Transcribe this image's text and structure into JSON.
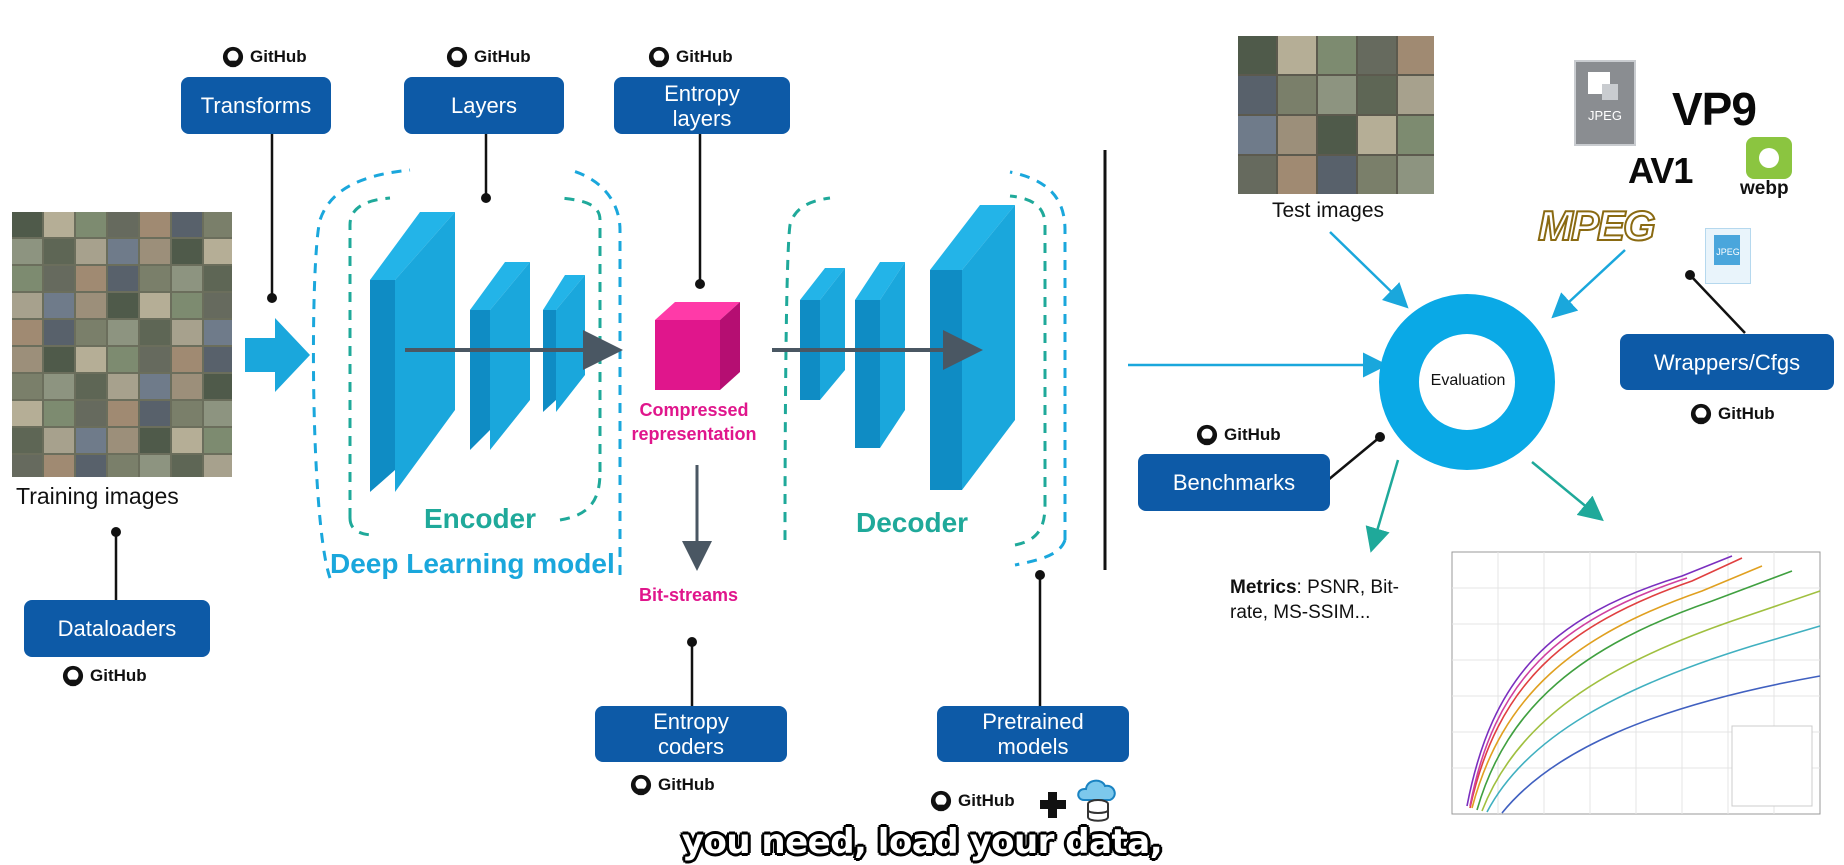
{
  "labels": {
    "github": "GitHub",
    "transforms": "Transforms",
    "layers": "Layers",
    "entropy_layers": "Entropy layers",
    "training_images": "Training images",
    "dataloaders": "Dataloaders",
    "encoder": "Encoder",
    "decoder": "Decoder",
    "deep_learning_model": "Deep Learning model",
    "compressed_representation": "Compressed representation",
    "bit_streams": "Bit-streams",
    "entropy_coders": "Entropy coders",
    "pretrained_models": "Pretrained models",
    "test_images": "Test images",
    "evaluation": "Evaluation",
    "benchmarks": "Benchmarks",
    "wrappers_cfgs": "Wrappers/Cfgs",
    "metrics_bold": "Metrics",
    "metrics_rest": ": PSNR, Bit-rate, MS-SSIM...",
    "logos": {
      "jpeg": "JPEG",
      "vp9": "VP9",
      "av1": "AV1",
      "webp": "webp",
      "mpeg": "MPEG",
      "jpeg2000": "JPEG"
    }
  },
  "subtitle": "you need, load your data,",
  "colors": {
    "box": "#0d5aa7",
    "cyan": "#1aa7dc",
    "teal": "#1fa99a",
    "magenta": "#e0168c",
    "dark": "#111111"
  },
  "icons": [
    "github-icon",
    "plus-icon",
    "cloud-database-icon"
  ]
}
